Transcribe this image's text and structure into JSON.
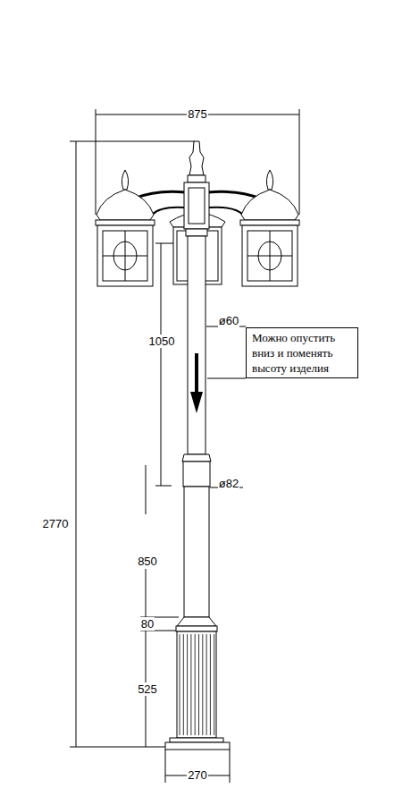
{
  "diagram": {
    "nodes": [
      {
        "text": [
          "Можно опустить вниз и поменять высоту изделия"
        ]
      }
    ],
    "labels": [
      "875",
      "2770",
      "1050",
      "ø60",
      "ø82",
      "850",
      "80",
      "525",
      "270"
    ]
  }
}
